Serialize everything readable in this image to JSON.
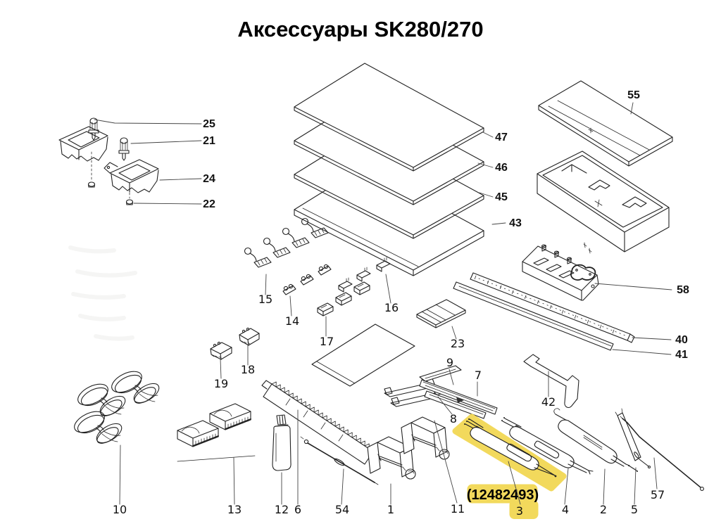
{
  "title": "Аксессуары SK280/270",
  "highlight": {
    "part_code": "(12482493)",
    "color": "#F2D95C"
  },
  "part_labels": {
    "p1": "1",
    "p2": "2",
    "p3": "3",
    "p4": "4",
    "p5": "5",
    "p6": "6",
    "p7": "7",
    "p8": "8",
    "p9": "9",
    "p10": "10",
    "p11": "11",
    "p12": "12",
    "p13": "13",
    "p14": "14",
    "p15": "15",
    "p16": "16",
    "p17": "17",
    "p18": "18",
    "p19": "19",
    "p21": "21",
    "p22": "22",
    "p23": "23",
    "p24": "24",
    "p25": "25",
    "p40": "40",
    "p41": "41",
    "p42": "42",
    "p43": "43",
    "p45": "45",
    "p46": "46",
    "p47": "47",
    "p54": "54",
    "p55": "55",
    "p57": "57",
    "p58": "58"
  }
}
